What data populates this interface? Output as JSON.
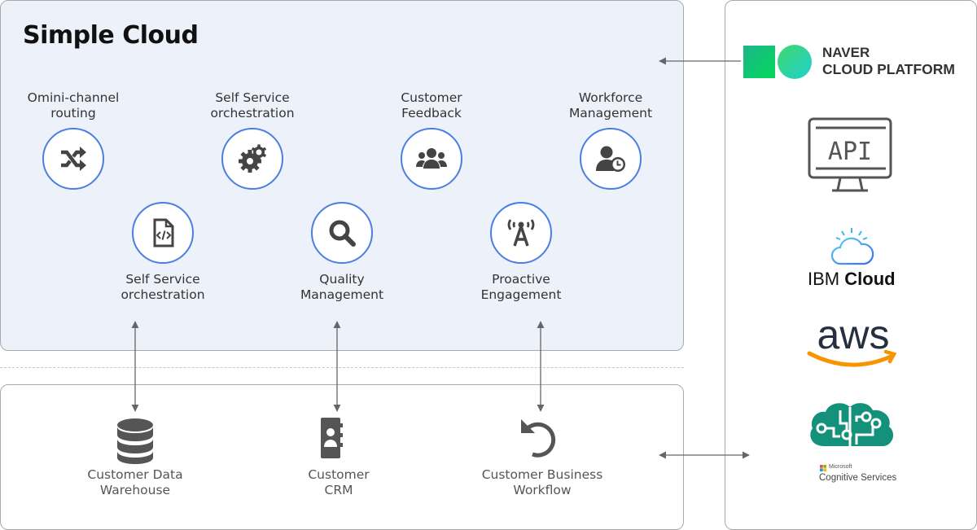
{
  "diagram": {
    "title": "Simple Cloud",
    "top_row_services": [
      {
        "label_line1": "Omini-channel",
        "label_line2": "routing",
        "icon": "shuffle-icon"
      },
      {
        "label_line1": "Self Service",
        "label_line2": "orchestration",
        "icon": "gears-icon"
      },
      {
        "label_line1": "Customer",
        "label_line2": "Feedback",
        "icon": "users-group-icon"
      },
      {
        "label_line1": "Workforce",
        "label_line2": "Management",
        "icon": "user-clock-icon"
      }
    ],
    "middle_row_services": [
      {
        "label_line1": "Self Service",
        "label_line2": "orchestration",
        "icon": "code-file-icon"
      },
      {
        "label_line1": "Quality",
        "label_line2": "Management",
        "icon": "search-icon"
      },
      {
        "label_line1": "Proactive",
        "label_line2": "Engagement",
        "icon": "antenna-icon"
      }
    ],
    "backend_systems": [
      {
        "label_line1": "Customer Data",
        "label_line2": "Warehouse",
        "icon": "database-icon"
      },
      {
        "label_line1": "Customer",
        "label_line2": "CRM",
        "icon": "contact-book-icon"
      },
      {
        "label_line1": "Customer Business",
        "label_line2": "Workflow",
        "icon": "undo-icon"
      }
    ],
    "providers": {
      "naver": {
        "line1": "NAVER",
        "line2": "CLOUD PLATFORM"
      },
      "api": {
        "label": "API"
      },
      "ibm": {
        "light": "IBM",
        "bold": "Cloud"
      },
      "aws": {
        "label": "aws"
      },
      "microsoft": {
        "brand": "Microsoft",
        "product": "Cognitive Services"
      }
    },
    "colors": {
      "accent_circle": "#4a7fe0",
      "panel_bg": "#edf1f9",
      "icon_dark": "#444444",
      "naver_green": "#03c75a",
      "aws_orange": "#f79400",
      "ibm_blue": "#1f9bf0",
      "ms_teal": "#14917a"
    }
  }
}
